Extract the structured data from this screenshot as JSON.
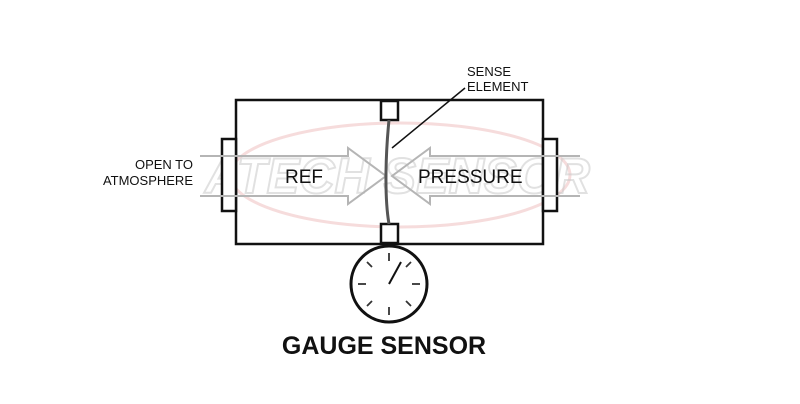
{
  "diagram": {
    "title": "GAUGE SENSOR",
    "labels": {
      "sense_element": [
        "SENSE",
        "ELEMENT"
      ],
      "open_to_atmosphere": [
        "OPEN TO",
        "ATMOSPHERE"
      ],
      "ref": "REF",
      "pressure": "PRESSURE"
    },
    "watermark": "ATECH SENSOR"
  }
}
